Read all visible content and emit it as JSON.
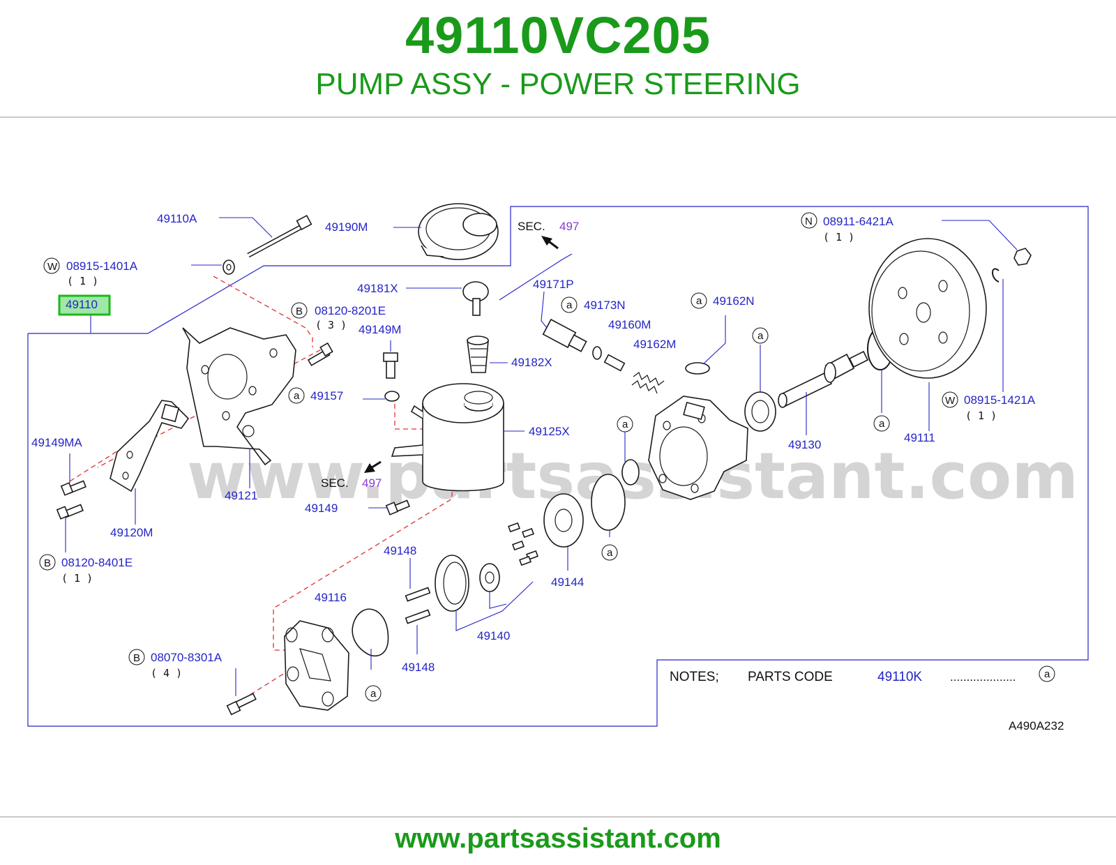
{
  "header": {
    "part_number": "49110VC205",
    "description": "PUMP ASSY - POWER STEERING"
  },
  "footer": {
    "url": "www.partsassistant.com"
  },
  "diagram": {
    "watermark": "www.partsassistant.com",
    "figure_code": "A490A232",
    "highlighted_part": "49110",
    "labels": {
      "p49110A": "49110A",
      "p49190M": "49190M",
      "p08915_1401A": "08915-1401A",
      "q08915_1401A": "( 1 )",
      "p49110": "49110",
      "p08120_8201E": "08120-8201E",
      "q08120_8201E": "( 3 )",
      "p49149M": "49149M",
      "p49181X": "49181X",
      "p49171P": "49171P",
      "p49173N": "49173N",
      "p49160M": "49160M",
      "p49162M": "49162M",
      "p49162N": "49162N",
      "p08911_6421A": "08911-6421A",
      "q08911_6421A": "( 1 )",
      "p49182X": "49182X",
      "p49157": "49157",
      "p49125X": "49125X",
      "p49149MA": "49149MA",
      "p49121": "49121",
      "p49149": "49149",
      "p49120M": "49120M",
      "p08120_8401E": "08120-8401E",
      "q08120_8401E": "( 1 )",
      "p49130": "49130",
      "p49111": "49111",
      "p08915_1421A": "08915-1421A",
      "q08915_1421A": "( 1 )",
      "p49148a": "49148",
      "p49148b": "49148",
      "p49116": "49116",
      "p49144": "49144",
      "p49140": "49140",
      "p08070_8301A": "08070-8301A",
      "q08070_8301A": "( 4 )",
      "sec_label": "SEC.",
      "sec_num": "497",
      "sec_label2": "SEC.",
      "sec_num2": "497"
    },
    "markers": {
      "W": "W",
      "B": "B",
      "N": "N",
      "a": "a"
    },
    "notes": {
      "heading": "NOTES;",
      "parts_code_label": "PARTS  CODE",
      "parts_code_value": "49110K",
      "leader": "....................",
      "marker": "a"
    }
  }
}
